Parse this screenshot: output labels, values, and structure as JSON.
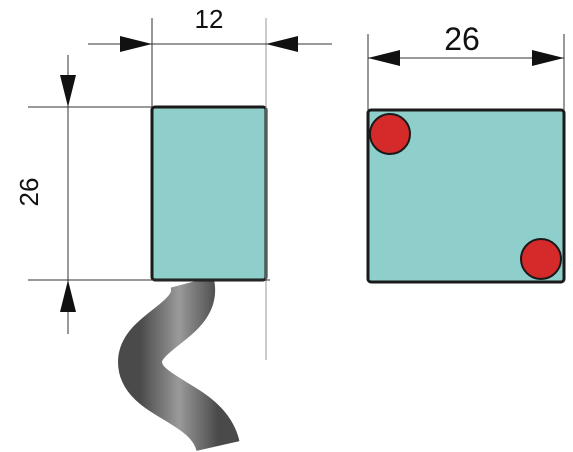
{
  "dimensions": {
    "side_width": "12",
    "side_height": "26",
    "front_width": "26"
  },
  "colors": {
    "body_fill": "#8ecfcb",
    "outline": "#1a1a1a",
    "marker": "#d42a2a",
    "cable": "#7b7b7b"
  }
}
